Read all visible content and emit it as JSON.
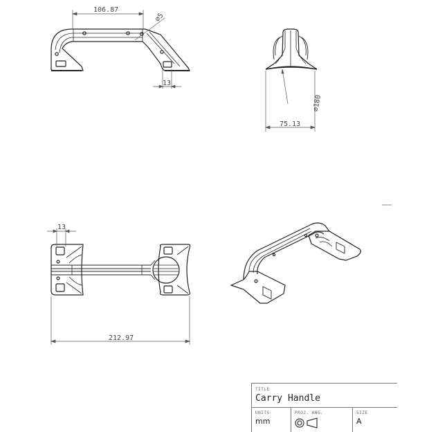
{
  "drawing": {
    "views": {
      "front": {
        "name": "front-view",
        "dimensions": {
          "length": "106.87",
          "hole_diameter": "⌀5",
          "foot_width": "13"
        }
      },
      "side": {
        "name": "side-view",
        "dimensions": {
          "radius": "⌀180",
          "width": "75.13"
        }
      },
      "top": {
        "name": "top-view",
        "dimensions": {
          "foot_width": "13",
          "overall_length": "212.97"
        }
      },
      "iso": {
        "name": "isometric-view"
      }
    },
    "title_block": {
      "title_label": "TITLE",
      "title": "Carry Handle",
      "units_label": "UNITS",
      "units": "mm",
      "projection_label": "PROJ. ANG.",
      "projection_icon": "third-angle-projection-icon",
      "size_label": "SIZE",
      "size": "A"
    }
  },
  "colors": {
    "line": "#222222",
    "dim_line": "#555555",
    "border": "#777777"
  }
}
